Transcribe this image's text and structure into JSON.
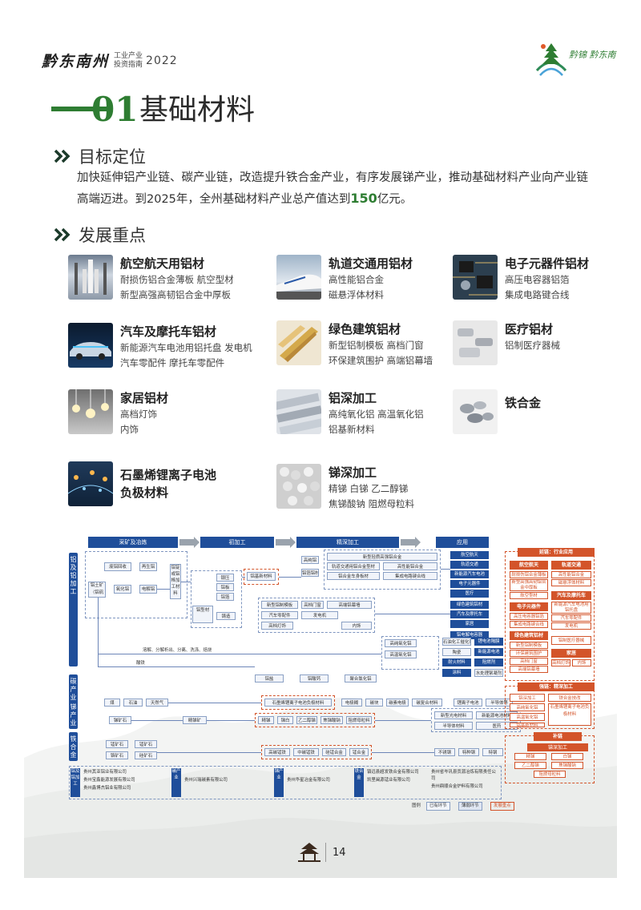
{
  "header": {
    "brand": "黔东南州",
    "sub_line1": "工业产业",
    "sub_line2": "投资指南",
    "year": "2022",
    "logo_text": "黔锦 黔东南"
  },
  "section": {
    "number": "01",
    "title": "基础材料"
  },
  "goal": {
    "heading": "目标定位",
    "text_before": "加快延伸铝产业链、碳产业链，改造提升铁合金产业，有序发展锑产业，推动基础材料产业向产业链高端迈进。到2025年，全州基础材料产业总产值达到",
    "number": "150",
    "text_after": "亿元。"
  },
  "focus": {
    "heading": "发展重点",
    "items": [
      {
        "title": "航空航天用铝材",
        "lines": [
          "耐损伤铝合金薄板  航空型材",
          "新型高强高韧铝合金中厚板"
        ]
      },
      {
        "title": "轨道交通用铝材",
        "lines": [
          "高性能铝合金",
          "磁悬浮体材料"
        ]
      },
      {
        "title": "电子元器件铝材",
        "lines": [
          "高压电容器铝箔",
          "集成电路键合线"
        ]
      },
      {
        "title": "汽车及摩托车铝材",
        "lines": [
          "新能源汽车电池用铝托盘  发电机",
          "汽车零配件    摩托车零配件"
        ]
      },
      {
        "title": "绿色建筑铝材",
        "lines": [
          "新型铝制模板  高档门窗",
          "环保建筑围护  高端铝幕墙"
        ]
      },
      {
        "title": "医疗铝材",
        "lines": [
          "铝制医疗器械"
        ]
      },
      {
        "title": "家居铝材",
        "lines": [
          "高档灯饰",
          "内饰"
        ]
      },
      {
        "title": "铝深加工",
        "lines": [
          "高纯氧化铝  高温氧化铝",
          "铝基新材料"
        ]
      },
      {
        "title": "铁合金",
        "lines": []
      },
      {
        "title": "石墨烯锂离子电池",
        "lines": [
          "负极材料"
        ]
      },
      {
        "title": "锑深加工",
        "lines": [
          "精锑  白锑  乙二醇锑",
          "焦锑酸钠  阻燃母粒料"
        ]
      }
    ]
  },
  "diagram": {
    "stages": [
      "采矿及冶炼",
      "初加工",
      "精深加工",
      "应用"
    ],
    "rows": [
      "铝及铝加工",
      "碳产业",
      "锑产业",
      "铁合金"
    ],
    "al_raw": [
      "废铝回收",
      "再生铝",
      "铝土矿（铝矾土）",
      "氧化铝",
      "电解铝",
      "铝锭或铝棒加工材料"
    ],
    "al_primary": [
      "铝板",
      "铝箔",
      "铝杆",
      "锻压",
      "铝型材",
      "铸造",
      "铝制品",
      "高纯铝",
      "铝基新材料",
      "铝箔铝材"
    ],
    "al_deep": [
      "新型轻质高强铝合金",
      "轨道交通用铝合金型材",
      "铝合金车身板材",
      "高性能铝合金",
      "集成电路键合线",
      "新能源汽车电池托盘",
      "新型铝制模板",
      "高档门窗",
      "环保建筑围护",
      "高端铝幕墙",
      "汽车零配件",
      "发电机",
      "高档灯饰",
      "内饰",
      "电子铝箔"
    ],
    "al_apps": [
      "航空航天",
      "轨道交通",
      "新能源汽车电池",
      "电子元器件",
      "医疗",
      "绿色建筑铝材",
      "汽车及摩托车",
      "家居",
      "铝电解电容器"
    ],
    "al_other": [
      "溶解、分解析出、分离、洗涤、焙烧",
      "酸铁",
      "高纯氧化铝",
      "高温氧化铝",
      "石油化工催化剂",
      "陶瓷",
      "耐火材料",
      "锂电池隔膜",
      "新能源电池",
      "阻燃剂",
      "涂料",
      "水处理絮凝剂",
      "铝盐",
      "铝酸钙",
      "聚合氯化铝"
    ],
    "carbon": [
      "煤",
      "石油",
      "天然气",
      "石墨烯锂离子电池负极材料",
      "电极糊",
      "碳块",
      "碳素电极",
      "碳复合材料",
      "锂离子电池",
      "半导体等"
    ],
    "antimony": [
      "锑矿石",
      "精锑矿",
      "精锑",
      "锑白",
      "乙二醇锑",
      "焦锑酸钠",
      "阻燃母粒料",
      "新型光电材料",
      "新能源电池材料",
      "半导体材料",
      "医药"
    ],
    "ferroalloy": [
      "锰矿石",
      "锰矿石",
      "铬矿石",
      "硅矿石",
      "高碳锰铁",
      "中碳锰铁",
      "硅锰合金",
      "锰合金",
      "不锈钢",
      "特种钢",
      "特钢"
    ],
    "right_panel": {
      "al_title": "延链：行业应用",
      "aero": "航空航天",
      "aero_items": [
        "耐损伤铝合金薄板",
        "新型高强高韧铝合金中厚板",
        "航空型材"
      ],
      "rail": "轨道交通",
      "rail_items": [
        "高性能铝合金",
        "磁悬浮体材料"
      ],
      "elec": "电子元器件",
      "elec_items": [
        "高压电容器铝箔",
        "集成电路键合线"
      ],
      "auto": "汽车及摩托车",
      "auto_items": [
        "新能源汽车电池用铝托盘",
        "汽车零配件",
        "发电机"
      ],
      "build": "绿色建筑铝材",
      "build_items": [
        "新型铝制模板",
        "环保建筑围护",
        "高档门窗",
        "高端铝幕墙"
      ],
      "medical": "铝制医疗器械",
      "home": "家居",
      "home_items": [
        "高档灯饰",
        "内饰"
      ],
      "strong_title": "强链：精深加工",
      "strong_items": [
        "铝深加工",
        "铁合金技改",
        "高纯氧化铝",
        "高温氧化铝",
        "铝基新材料",
        "石墨烯锂离子电池负极材料"
      ],
      "sb_title": "补链",
      "sb_sub": "锑深加工",
      "sb_items": [
        "精锑",
        "白锑",
        "乙二醇锑",
        "焦锑酸钠",
        "阻燃母粒料"
      ]
    },
    "companies": {
      "al_label": "铝及铝加工",
      "al": [
        "贵州其亚铝业有限公司",
        "贵州宝鑫能源发展有限公司",
        "贵州鑫博杰铝业有限公司"
      ],
      "carbon_label": "碳产业",
      "carbon": [
        "贵州兴瑞碳素有限公司"
      ],
      "sb_label": "锑产业",
      "sb": [
        "贵州华星冶金有限公司"
      ],
      "fe_label": "铁合金",
      "fe": [
        "镇远县超发铁合金有限公司",
        "凯里闽源锰业有限公司",
        "贵州省岑巩县贡源冶炼有限责任公司",
        "贵州鼎顺合金炉料有限公司"
      ]
    },
    "legend": {
      "label": "图例",
      "items": [
        "已有环节",
        "薄弱环节",
        "发展重点"
      ]
    }
  },
  "footer": {
    "page": "14"
  }
}
